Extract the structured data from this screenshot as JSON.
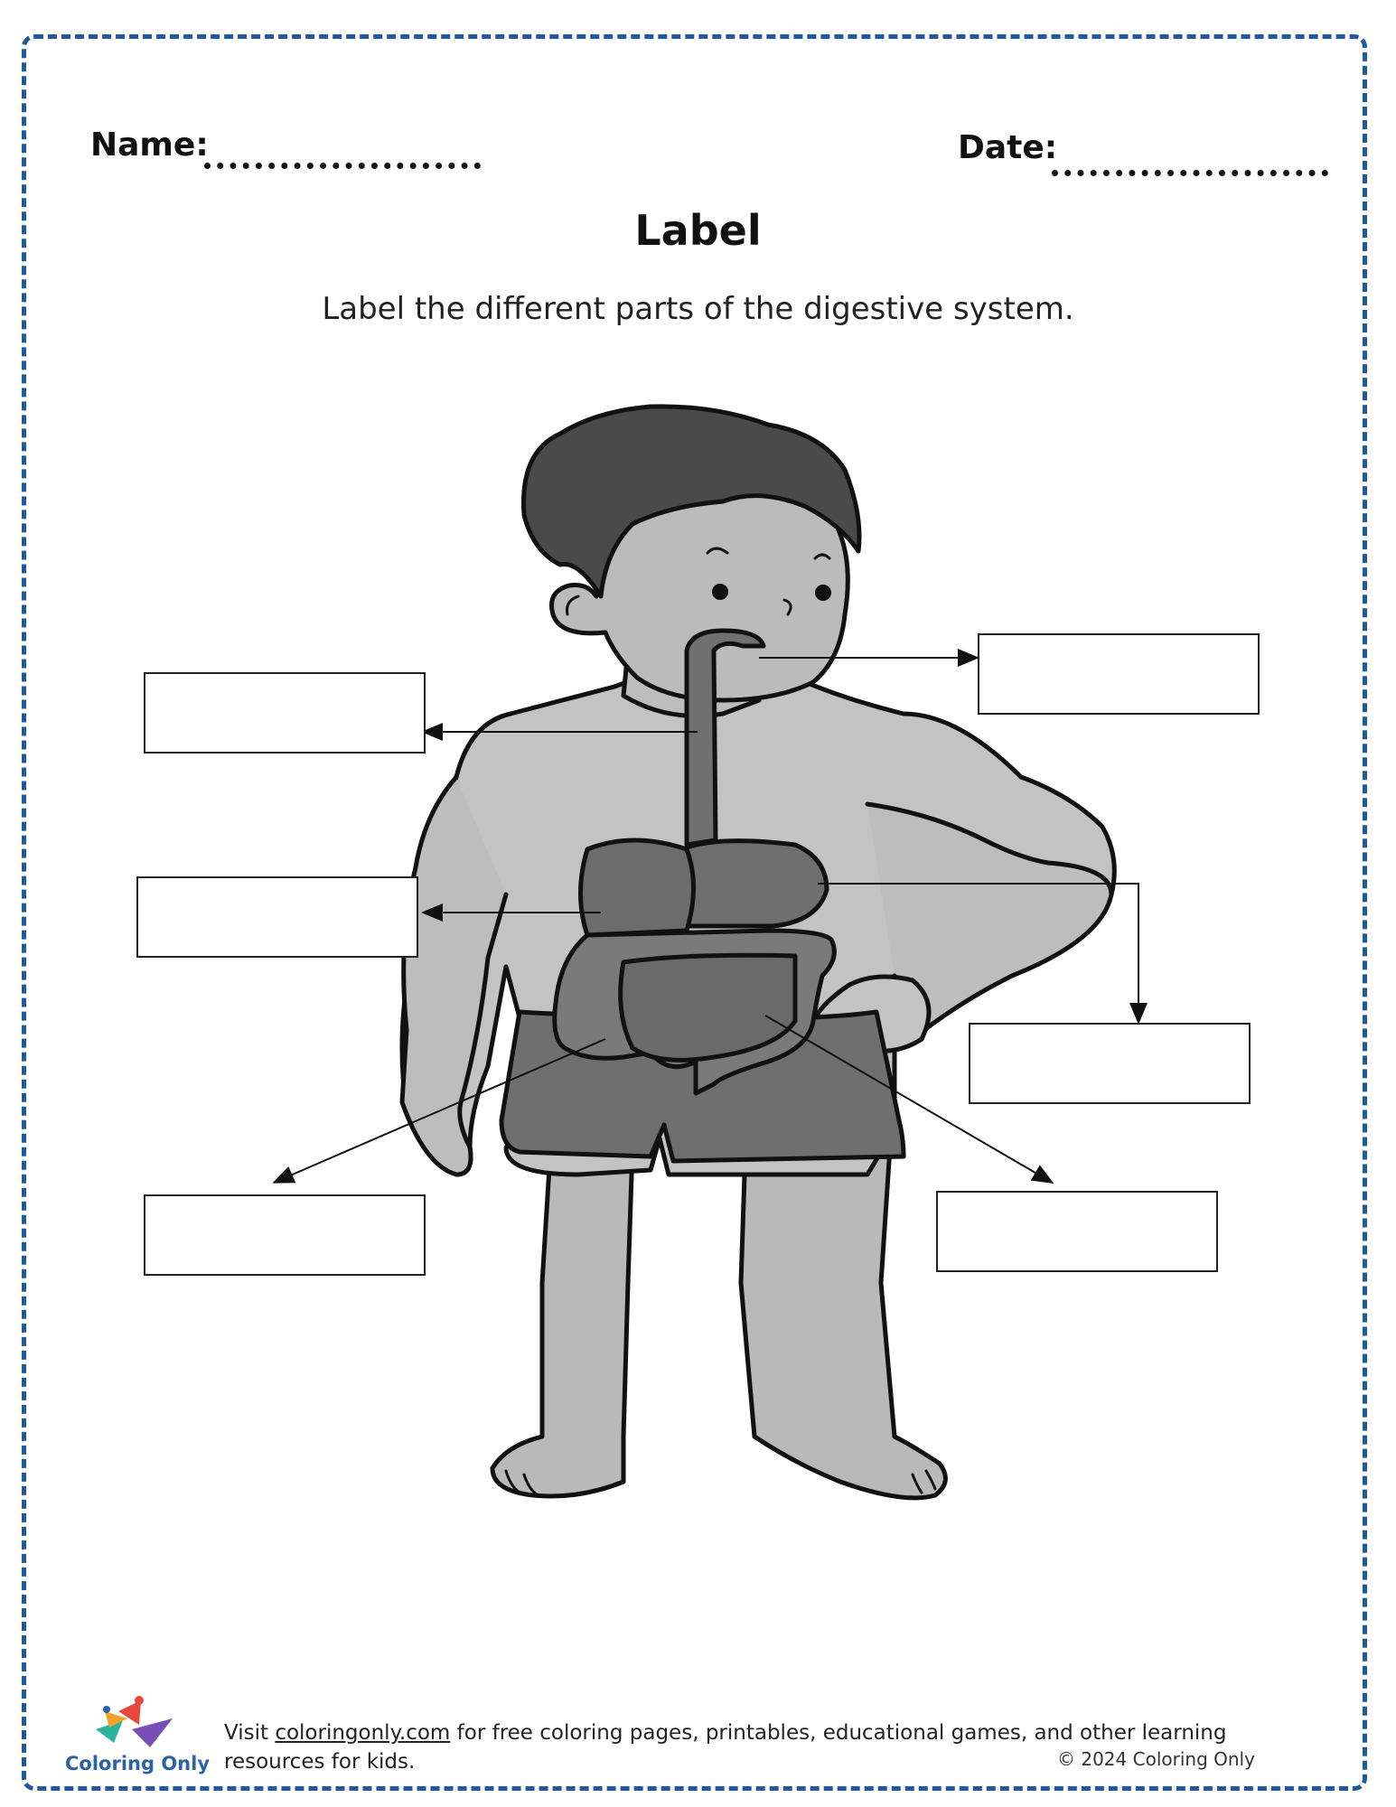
{
  "header": {
    "name_label": "Name:",
    "date_label": "Date:"
  },
  "title": "Label",
  "instruction": "Label the different parts of the digestive system.",
  "label_boxes": [
    "",
    "",
    "",
    "",
    "",
    ""
  ],
  "footer": {
    "visit_prefix": "Visit ",
    "link_text": "coloringonly.com",
    "visit_suffix": " for free coloring pages, printables, educational games, and other learning resources for kids.",
    "copyright": "© 2024 Coloring Only",
    "logo_text": "Coloring Only"
  },
  "colors": {
    "border": "#1f5a9c",
    "logo_blue": "#2a62a8"
  }
}
